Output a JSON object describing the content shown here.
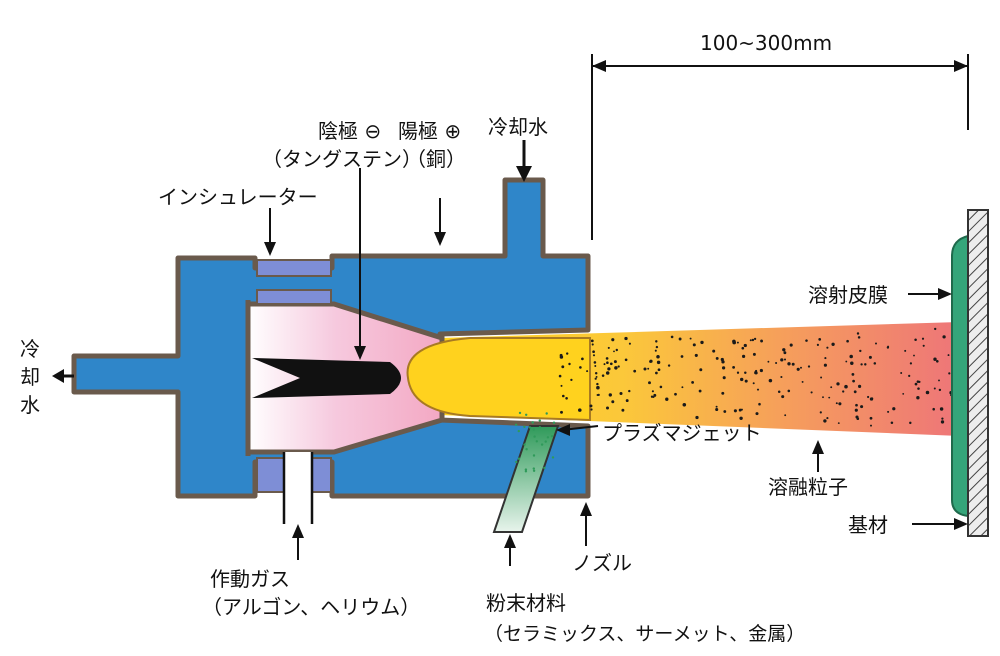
{
  "colors": {
    "coolant_blue": "#2f86c9",
    "wall_outline": "#6a5a4c",
    "insulator": "#7e8ed6",
    "cathode": "#111111",
    "plasma_core": "#ffd21e",
    "jet_end": "#ee7579",
    "coating": "#35a57a",
    "substrate": "#9a9a9a",
    "powder_feed": "#6fbf86"
  },
  "labels": {
    "distance": "100~300mm",
    "cathode": "陰極 ⊖",
    "cathode_material": "（タングステン）",
    "anode": "陽極 ⊕",
    "anode_material": "（銅）",
    "cooling_water_in": "冷却水",
    "insulator": "インシュレーター",
    "cooling_water_out_1": "冷",
    "cooling_water_out_2": "却",
    "cooling_water_out_3": "水",
    "coating": "溶射皮膜",
    "plasma_jet": "プラズマジェット",
    "molten_particles": "溶融粒子",
    "substrate": "基材",
    "working_gas": "作動ガス",
    "working_gas_types": "（アルゴン、ヘリウム）",
    "nozzle": "ノズル",
    "powder_material": "粉末材料",
    "powder_types": "（セラミックス、サーメット、金属）"
  }
}
